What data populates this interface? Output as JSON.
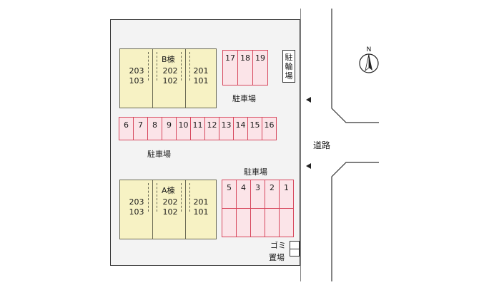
{
  "buildings": [
    {
      "name": "B棟",
      "rooms": [
        {
          "upper": "203",
          "lower": "103"
        },
        {
          "upper": "202",
          "lower": "102"
        },
        {
          "upper": "201",
          "lower": "101"
        }
      ]
    },
    {
      "name": "A棟",
      "rooms": [
        {
          "upper": "203",
          "lower": "103"
        },
        {
          "upper": "202",
          "lower": "102"
        },
        {
          "upper": "201",
          "lower": "101"
        }
      ]
    }
  ],
  "parking": {
    "top_row": [
      "17",
      "18",
      "19"
    ],
    "middle_row": [
      "6",
      "7",
      "8",
      "9",
      "10",
      "11",
      "12",
      "13",
      "14",
      "15",
      "16"
    ],
    "bottom_row": [
      "5",
      "4",
      "3",
      "2",
      "1"
    ],
    "labels": {
      "upper_right": "駐車場",
      "middle": "駐車場",
      "lower_right": "駐車場"
    }
  },
  "bicycle_parking": [
    "駐",
    "輪",
    "場"
  ],
  "garbage": {
    "line1": "ゴミ",
    "line2": "置場"
  },
  "road_label": "道路",
  "compass": {
    "label": "N"
  },
  "colors": {
    "building_fill": "#f7f2c4",
    "parking_fill": "#fbe4e8",
    "parking_border": "#d7475d",
    "site_fill": "#f3f3f3"
  }
}
